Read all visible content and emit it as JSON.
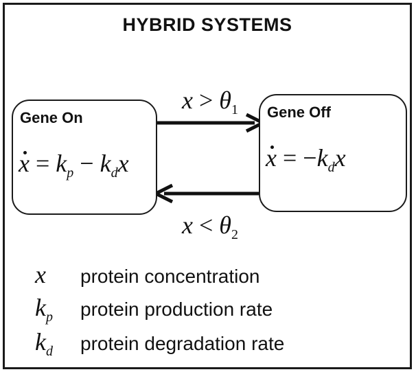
{
  "title": "HYBRID SYSTEMS",
  "states": {
    "on": {
      "label": "Gene On",
      "equation": {
        "lhs": "x",
        "eq": "=",
        "k1": "k",
        "k1_sub": "p",
        "minus": "−",
        "k2": "k",
        "k2_sub": "d",
        "var": "x"
      }
    },
    "off": {
      "label": "Gene Off",
      "equation": {
        "lhs": "x",
        "eq": "=",
        "minus": "−",
        "k": "k",
        "k_sub": "d",
        "var": "x"
      }
    }
  },
  "transitions": {
    "on_to_off": {
      "var": "x",
      "op": ">",
      "theta": "θ",
      "sub": "1"
    },
    "off_to_on": {
      "var": "x",
      "op": "<",
      "theta": "θ",
      "sub": "2"
    }
  },
  "legend": [
    {
      "symbol": "x",
      "sub": "",
      "text": "protein concentration"
    },
    {
      "symbol": "k",
      "sub": "p",
      "text": "protein production rate"
    },
    {
      "symbol": "k",
      "sub": "d",
      "text": "protein degradation rate"
    }
  ]
}
